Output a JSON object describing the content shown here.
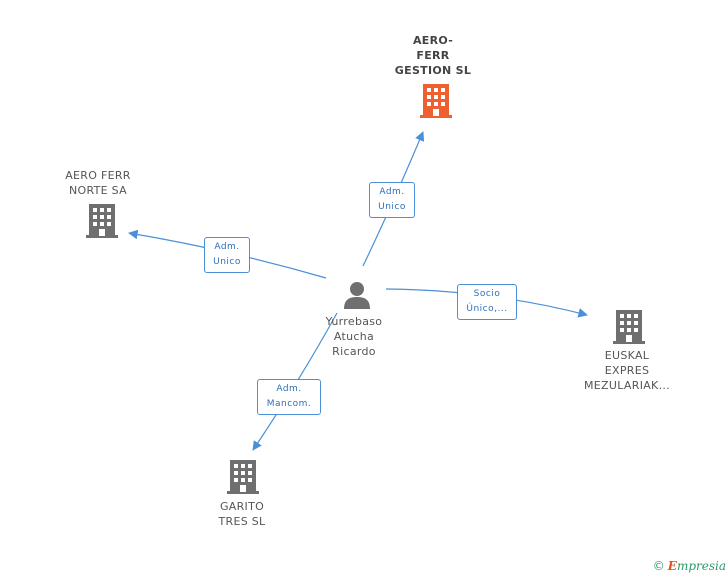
{
  "colors": {
    "edge": "#4a8fd8",
    "building_main": "#ee6030",
    "building": "#6f6f6f",
    "person": "#6f6f6f"
  },
  "center": {
    "icon": "person-icon",
    "lines": [
      "Yurrebaso",
      "Atucha",
      "Ricardo"
    ]
  },
  "companies": [
    {
      "id": "aero-ferr-gestion",
      "lines": [
        "AERO-",
        "FERR",
        "GESTION  SL"
      ],
      "icon": "building-icon",
      "highlight": true
    },
    {
      "id": "aero-ferr-norte",
      "lines": [
        "AERO FERR",
        "NORTE SA"
      ],
      "icon": "building-icon",
      "highlight": false
    },
    {
      "id": "euskal-expres",
      "lines": [
        "EUSKAL",
        "EXPRES",
        "MEZULARIAK..."
      ],
      "icon": "building-icon",
      "highlight": false
    },
    {
      "id": "garito-tres",
      "lines": [
        "GARITO",
        "TRES SL"
      ],
      "icon": "building-icon",
      "highlight": false
    }
  ],
  "relations": [
    {
      "to": "aero-ferr-gestion",
      "lines": [
        "Adm.",
        "Unico"
      ]
    },
    {
      "to": "aero-ferr-norte",
      "lines": [
        "Adm.",
        "Unico"
      ]
    },
    {
      "to": "euskal-expres",
      "lines": [
        "Socio",
        "Único,..."
      ]
    },
    {
      "to": "garito-tres",
      "lines": [
        "Adm.",
        "Mancom."
      ]
    }
  ],
  "footer": {
    "copyright_symbol": "©",
    "brand_initial": "E",
    "brand_rest": "mpresia"
  }
}
